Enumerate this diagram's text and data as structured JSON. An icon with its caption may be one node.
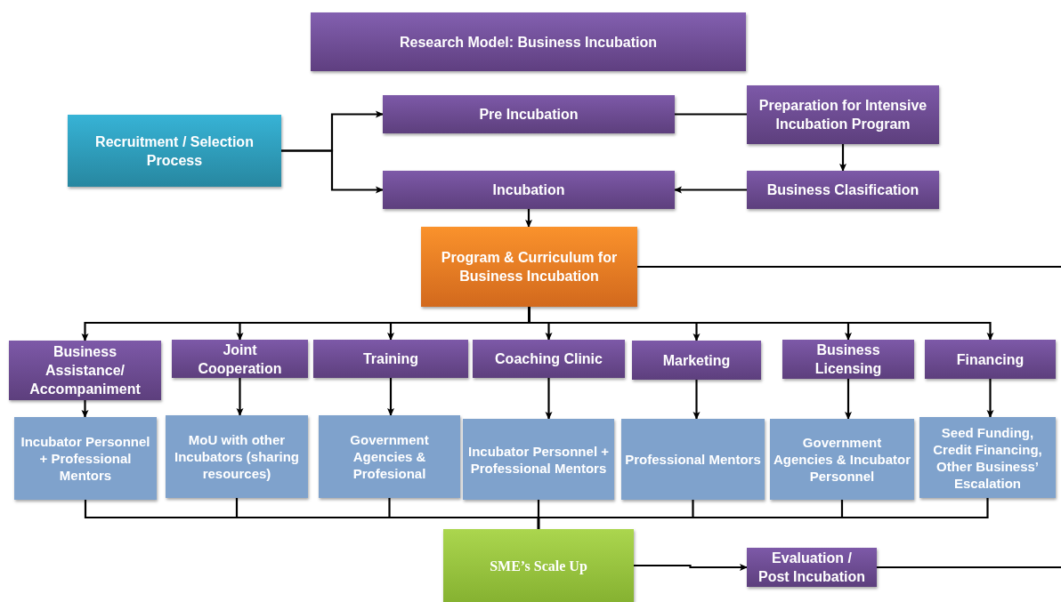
{
  "diagram": {
    "nodes": [
      {
        "text": [
          "Research Model: Business Incubation"
        ]
      },
      {
        "text": [
          "Recruitment / Selection Process"
        ]
      },
      {
        "text": [
          "Pre Incubation"
        ]
      },
      {
        "text": [
          "Preparation for Intensive Incubation Program"
        ]
      },
      {
        "text": [
          "Incubation"
        ]
      },
      {
        "text": [
          "Business Clasification"
        ]
      },
      {
        "text": [
          "Program & Curriculum for Business Incubation"
        ]
      },
      {
        "text": [
          "Business Assistance/ Accompaniment"
        ]
      },
      {
        "text": [
          "Joint Cooperation"
        ]
      },
      {
        "text": [
          "Training"
        ]
      },
      {
        "text": [
          "Coaching Clinic"
        ]
      },
      {
        "text": [
          "Marketing"
        ]
      },
      {
        "text": [
          "Business Licensing"
        ]
      },
      {
        "text": [
          "Financing"
        ]
      },
      {
        "text": [
          "Incubator Personnel + Professional Mentors"
        ]
      },
      {
        "text": [
          "MoU with other Incubators (sharing resources)"
        ]
      },
      {
        "text": [
          "Government Agencies & Profesional"
        ]
      },
      {
        "text": [
          "Incubator Personnel + Professional Mentors"
        ]
      },
      {
        "text": [
          "Professional Mentors"
        ]
      },
      {
        "text": [
          "Government Agencies & Incubator Personnel"
        ]
      },
      {
        "text": [
          "Seed Funding, Credit Financing, Other Business’ Escalation"
        ]
      },
      {
        "text": [
          "SME’s Scale Up"
        ]
      },
      {
        "text": [
          "Evaluation / Post Incubation"
        ]
      }
    ],
    "edges": [
      {
        "from": 1,
        "to": 2,
        "arrow": "to"
      },
      {
        "from": 1,
        "to": 4,
        "arrow": "to"
      },
      {
        "from": 2,
        "to": 3,
        "arrow": "none"
      },
      {
        "from": 3,
        "to": 5,
        "arrow": "to"
      },
      {
        "from": 5,
        "to": 4,
        "arrow": "to"
      },
      {
        "from": 4,
        "to": 6,
        "arrow": "to"
      },
      {
        "from": 6,
        "to": null,
        "arrow": "none"
      },
      {
        "from": 6,
        "to": 7,
        "arrow": "to"
      },
      {
        "from": 6,
        "to": 8,
        "arrow": "to"
      },
      {
        "from": 6,
        "to": 9,
        "arrow": "to"
      },
      {
        "from": 6,
        "to": 10,
        "arrow": "to"
      },
      {
        "from": 6,
        "to": 11,
        "arrow": "to"
      },
      {
        "from": 6,
        "to": 12,
        "arrow": "to"
      },
      {
        "from": 6,
        "to": 13,
        "arrow": "to"
      },
      {
        "from": 7,
        "to": 14,
        "arrow": "to"
      },
      {
        "from": 8,
        "to": 15,
        "arrow": "to"
      },
      {
        "from": 9,
        "to": 16,
        "arrow": "to"
      },
      {
        "from": 10,
        "to": 17,
        "arrow": "to"
      },
      {
        "from": 11,
        "to": 18,
        "arrow": "to"
      },
      {
        "from": 12,
        "to": 19,
        "arrow": "to"
      },
      {
        "from": 13,
        "to": 20,
        "arrow": "to"
      },
      {
        "from": 14,
        "to": 21,
        "arrow": "none"
      },
      {
        "from": 15,
        "to": 21,
        "arrow": "none"
      },
      {
        "from": 16,
        "to": 21,
        "arrow": "none"
      },
      {
        "from": 17,
        "to": 21,
        "arrow": "none"
      },
      {
        "from": 18,
        "to": 21,
        "arrow": "none"
      },
      {
        "from": 19,
        "to": 21,
        "arrow": "none"
      },
      {
        "from": 20,
        "to": 21,
        "arrow": "none"
      },
      {
        "from": 21,
        "to": 22,
        "arrow": "to"
      },
      {
        "from": 22,
        "to": null,
        "arrow": "none"
      }
    ]
  }
}
